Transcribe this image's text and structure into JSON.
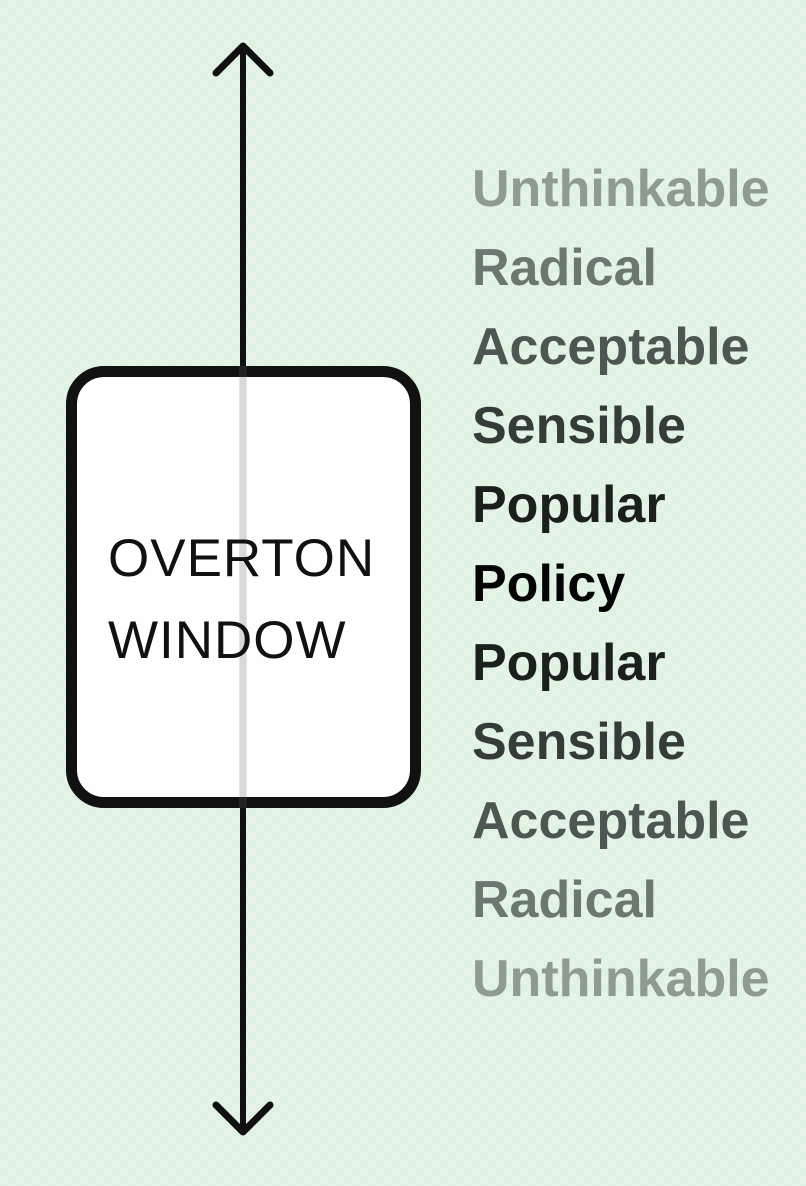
{
  "window": {
    "line1": "OVERTON",
    "line2": "WINDOW"
  },
  "scale": [
    {
      "label": "Unthinkable",
      "color": "#8f9a91"
    },
    {
      "label": "Radical",
      "color": "#6c7770"
    },
    {
      "label": "Acceptable",
      "color": "#4d5650"
    },
    {
      "label": "Sensible",
      "color": "#353c37"
    },
    {
      "label": "Popular",
      "color": "#1c201d"
    },
    {
      "label": "Policy",
      "color": "#050505"
    },
    {
      "label": "Popular",
      "color": "#1c201d"
    },
    {
      "label": "Sensible",
      "color": "#353c37"
    },
    {
      "label": "Acceptable",
      "color": "#4d5650"
    },
    {
      "label": "Radical",
      "color": "#6c7770"
    },
    {
      "label": "Unthinkable",
      "color": "#8f9a91"
    }
  ],
  "colors": {
    "background": "#dff1e2",
    "line": "#111111"
  }
}
